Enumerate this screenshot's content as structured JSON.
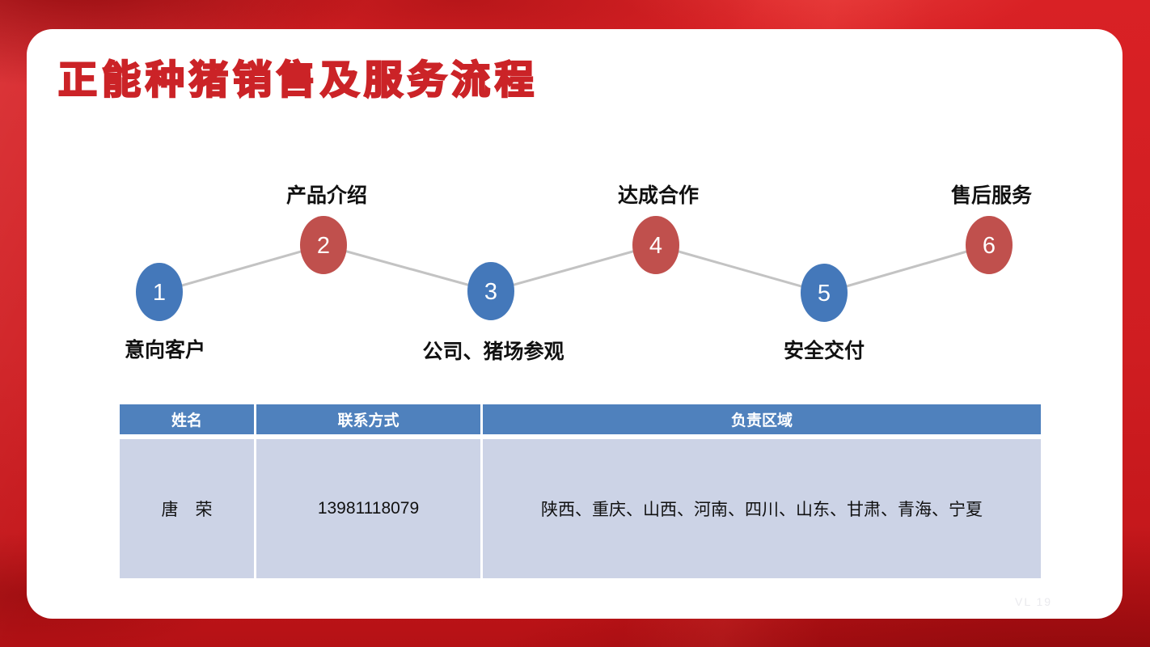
{
  "slide": {
    "title": "正能种猪销售及服务流程",
    "watermark": "VL 19"
  },
  "flow": {
    "line_color": "#c3c3c3",
    "steps": [
      {
        "num": "1",
        "label": "意向客户",
        "color": "#4478ba",
        "label_pos": "below"
      },
      {
        "num": "2",
        "label": "产品介绍",
        "color": "#c0504d",
        "label_pos": "above"
      },
      {
        "num": "3",
        "label": "公司、猪场参观",
        "color": "#4478ba",
        "label_pos": "below"
      },
      {
        "num": "4",
        "label": "达成合作",
        "color": "#c0504d",
        "label_pos": "above"
      },
      {
        "num": "5",
        "label": "安全交付",
        "color": "#4478ba",
        "label_pos": "below"
      },
      {
        "num": "6",
        "label": "售后服务",
        "color": "#c0504d",
        "label_pos": "above"
      }
    ]
  },
  "table": {
    "headers": [
      "姓名",
      "联系方式",
      "负责区域"
    ],
    "rows": [
      [
        "唐　荣",
        "13981118079",
        "陕西、重庆、山西、河南、四川、山东、甘肃、青海、宁夏"
      ]
    ],
    "header_bg": "#4f81bd",
    "row_bg": "#ccd3e6"
  }
}
